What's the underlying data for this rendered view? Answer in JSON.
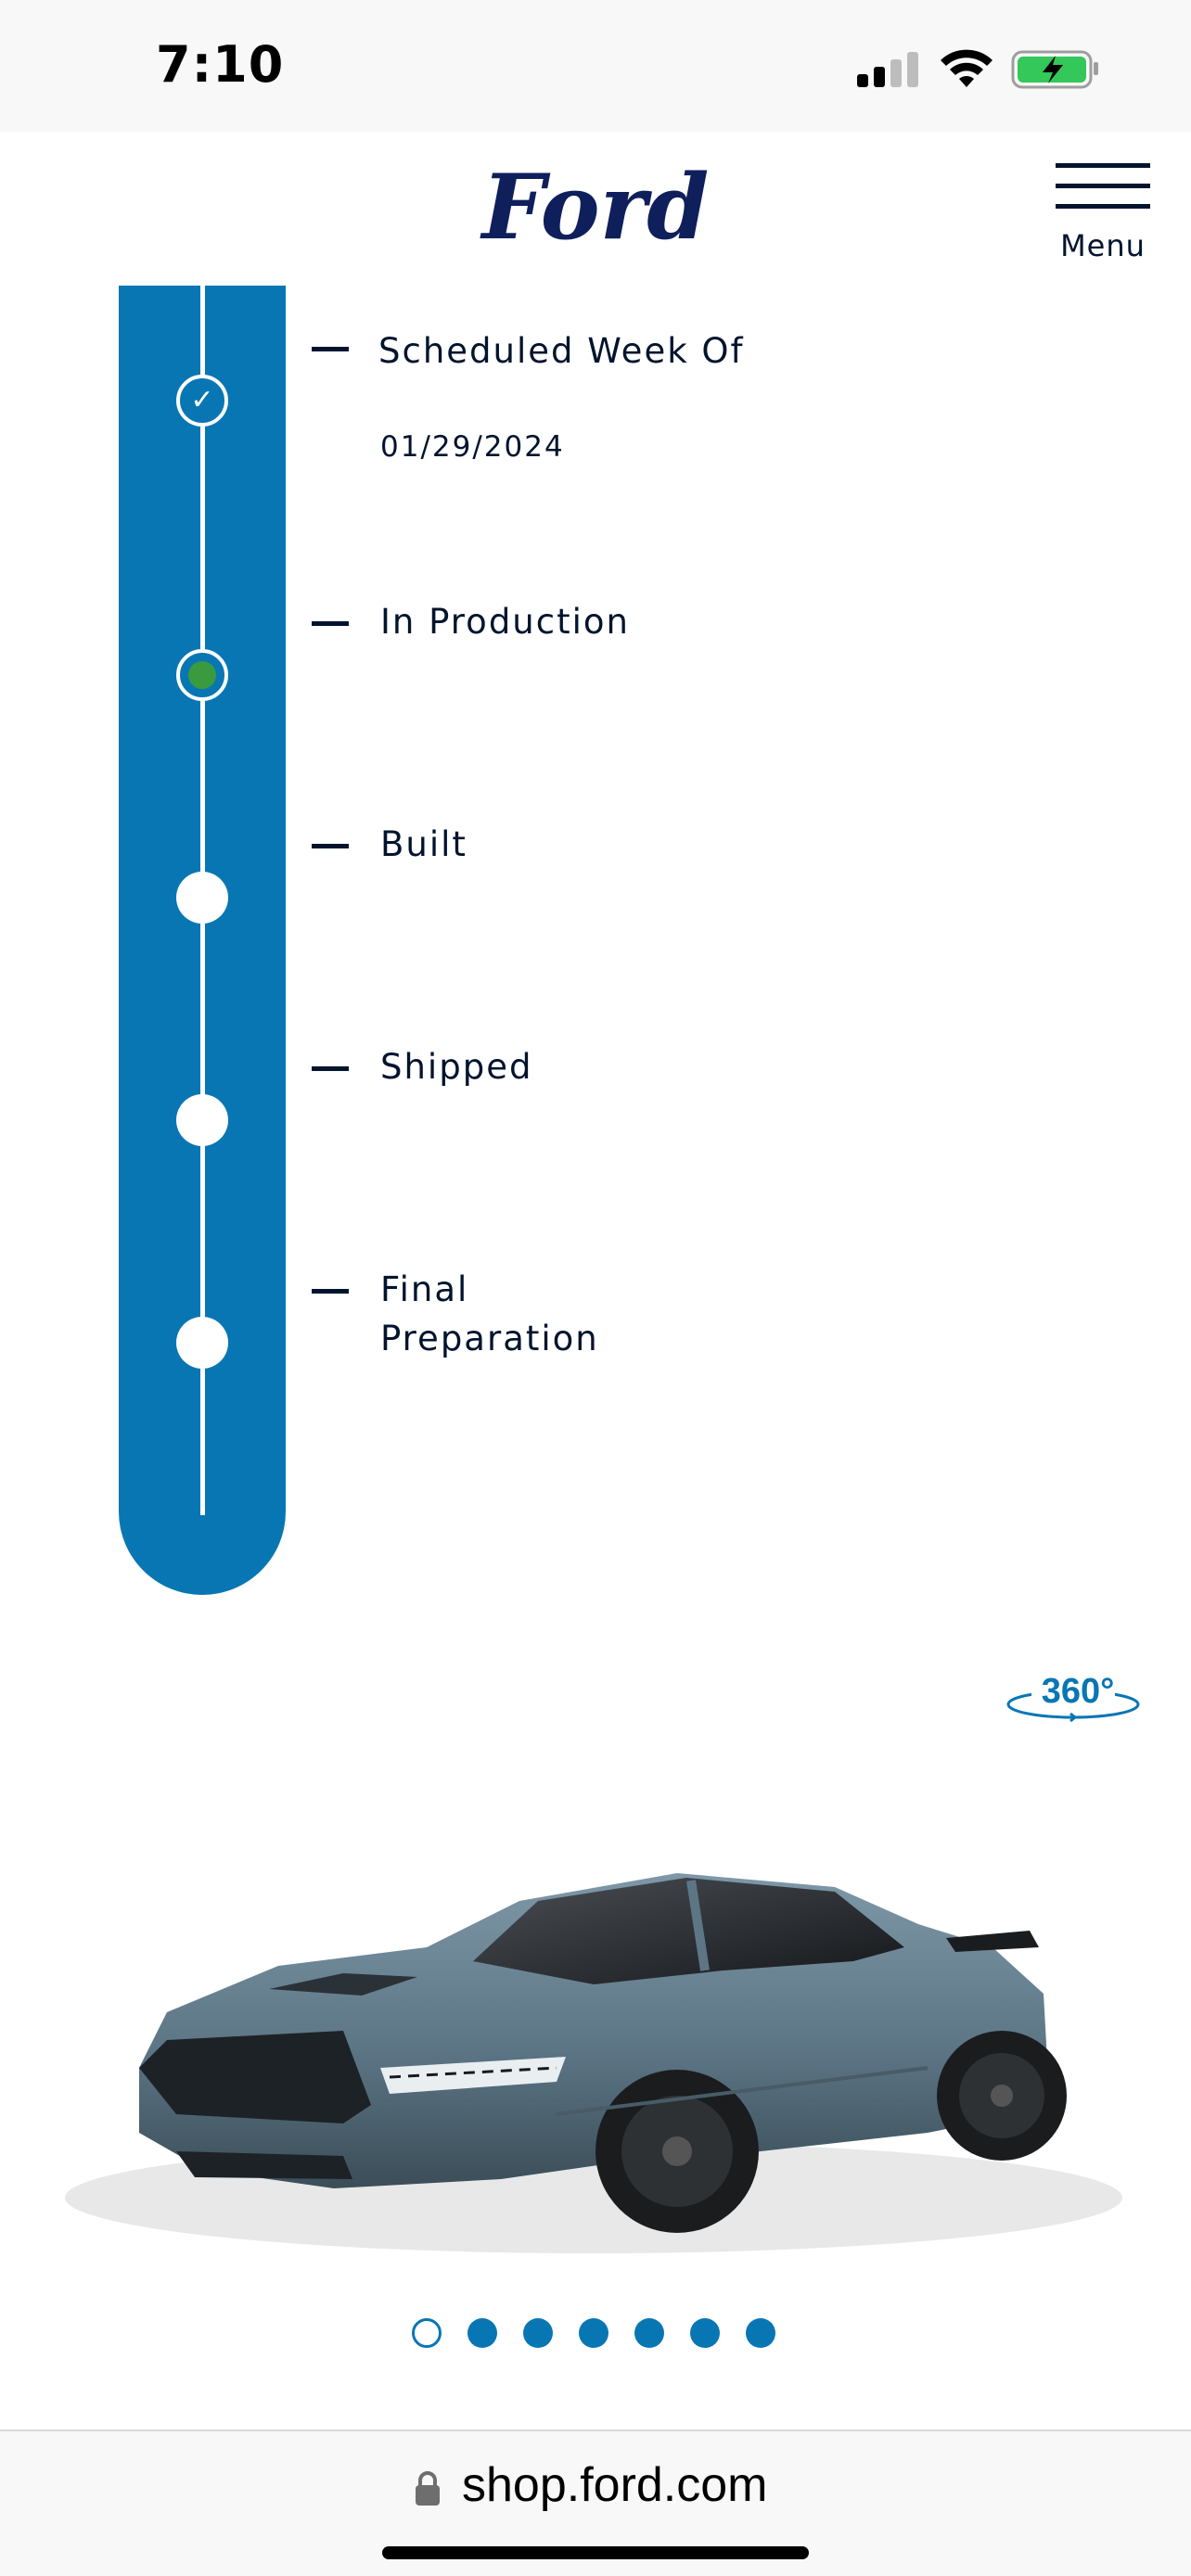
{
  "status_bar": {
    "time": "7:10"
  },
  "header": {
    "brand": "Ford",
    "menu_label": "Menu"
  },
  "timeline": {
    "steps": [
      {
        "label": "Scheduled Week Of",
        "date": "01/29/2024",
        "state": "complete"
      },
      {
        "label": "In Production",
        "state": "current"
      },
      {
        "label": "Built",
        "state": "pending"
      },
      {
        "label": "Shipped",
        "state": "pending"
      },
      {
        "label": "Final Preparation",
        "state": "pending"
      }
    ]
  },
  "vehicle_view": {
    "rotate_label": "360°",
    "carousel": {
      "count": 7,
      "active_index": 0
    }
  },
  "browser": {
    "url": "shop.ford.com"
  },
  "colors": {
    "ford_blue": "#0976b4",
    "navy": "#00142e",
    "progress_green": "#3a9a3e"
  }
}
